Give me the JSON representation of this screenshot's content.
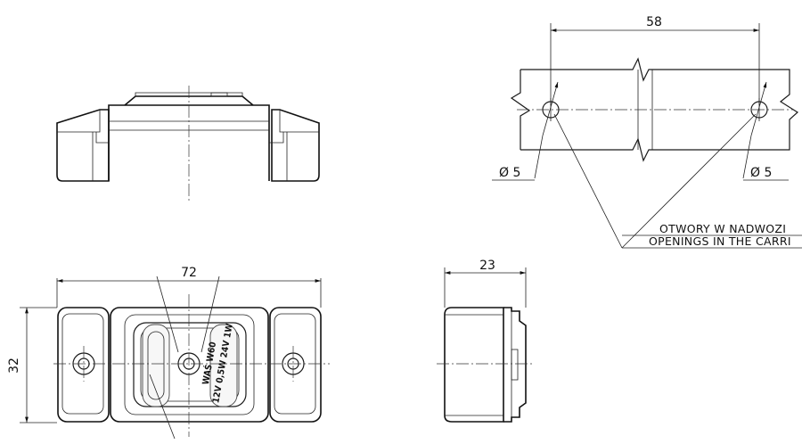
{
  "dimensions": {
    "length": "72",
    "height": "32",
    "depth": "23",
    "hole_spacing": "58",
    "hole_left": "Ø 5",
    "hole_right": "Ø 5"
  },
  "notes": {
    "line_pl": "OTWORY W NADWOZI",
    "line_en": "OPENINGS IN THE CARRI"
  },
  "lens_label": {
    "line1": "WAŚ W60",
    "line2": "12V 0,5W 24V 1W"
  }
}
